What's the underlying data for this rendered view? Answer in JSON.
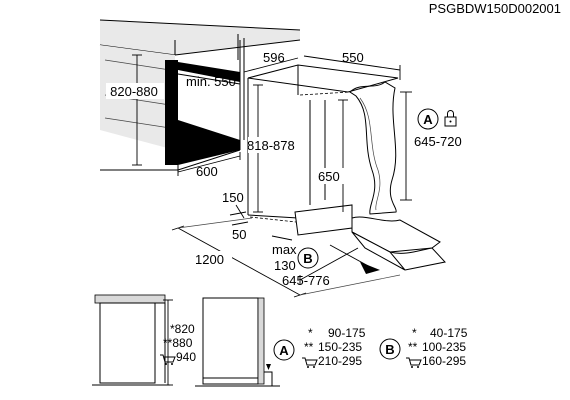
{
  "code": "PSGBDW150D002001",
  "dims": {
    "niche_height": "820-880",
    "depth_min": "min. 550",
    "niche_width": "600",
    "appliance_width": "596",
    "appliance_depth": "550",
    "appliance_height": "818-878",
    "plinth_height": "150",
    "plinth_depth": "50",
    "total_depth": "1200",
    "max": "max",
    "max_val": "130",
    "door_travel": "645-776",
    "door_height": "650",
    "door_a_height": "645-720"
  },
  "callouts": {
    "a": "A",
    "b": "B"
  },
  "front": {
    "h1": "*820",
    "h2": "**880",
    "h3": "940"
  },
  "tables": {
    "a": {
      "label": "A",
      "rows": [
        {
          "mark": "*",
          "value": "90-175"
        },
        {
          "mark": "**",
          "value": "150-235"
        },
        {
          "mark": "",
          "value": "210-295"
        }
      ]
    },
    "b": {
      "label": "B",
      "rows": [
        {
          "mark": "*",
          "value": "40-175"
        },
        {
          "mark": "**",
          "value": "100-235"
        },
        {
          "mark": "",
          "value": "160-295"
        }
      ]
    }
  }
}
